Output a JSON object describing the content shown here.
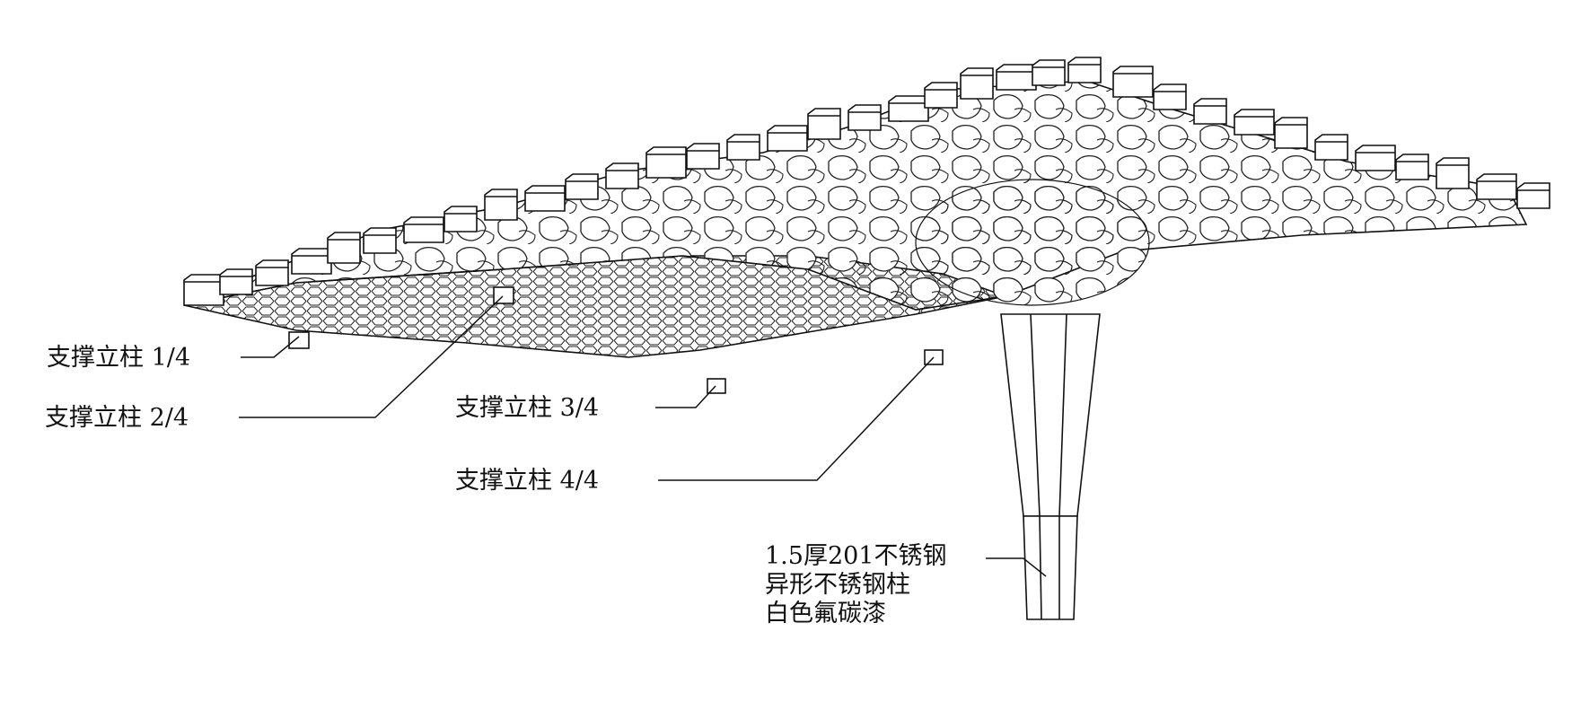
{
  "callouts": {
    "post_1": "支撑立柱 1/4",
    "post_2": "支撑立柱 2/4",
    "post_3": "支撑立柱 3/4",
    "post_4": "支撑立柱 4/4",
    "column_spec": [
      "1.5厚201不锈钢",
      "异形不锈钢柱",
      "白色氟碳漆"
    ]
  },
  "colors": {
    "line": "#111111",
    "fill": "#ffffff"
  }
}
